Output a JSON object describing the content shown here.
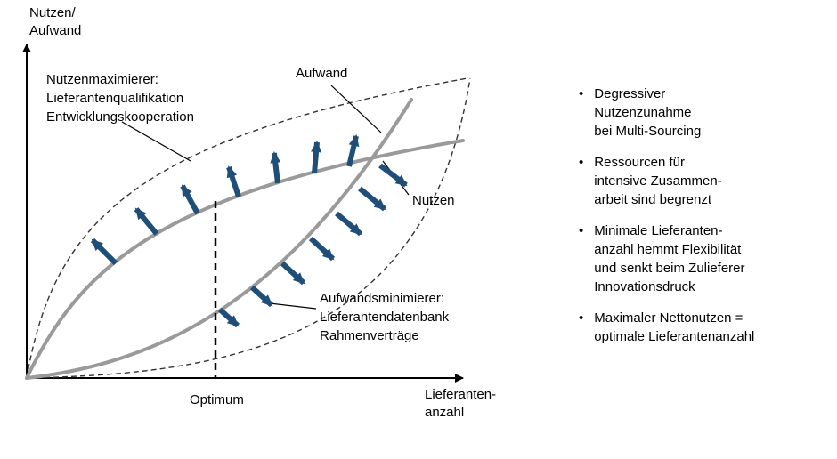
{
  "diagram": {
    "y_axis_label": "Nutzen/\nAufwand",
    "x_axis_label": "Lieferanten-\nanzahl",
    "optimum_label": "Optimum",
    "aufwand_label": "Aufwand",
    "nutzen_label": "Nutzen",
    "nutzenmaximierer_label": "Nutzenmaximierer:\nLieferantenqualifikation\nEntwicklungskooperation",
    "aufwandsminimierer_label": "Aufwandsminimierer:\nLieferantendatenbank\nRahmenverträge"
  },
  "bullets": {
    "items": [
      {
        "label": "Degressiver\nNutzenzunahme\nbei Multi-Sourcing"
      },
      {
        "label": "Ressourcen für\nintensive Zusammen-\narbeit sind begrenzt"
      },
      {
        "label": "Minimale Lieferanten-\nanzahl hemmt Flexibilität\nund senkt beim Zulieferer\nInnovationsdruck"
      },
      {
        "label": "Maximaler Nettonutzen =\noptimale Lieferantenanzahl"
      }
    ]
  },
  "colors": {
    "arrow_blue": "#1F4E79",
    "curve_gray": "#9A9A9A",
    "dash_dark": "#333333",
    "axis_black": "#000000"
  }
}
